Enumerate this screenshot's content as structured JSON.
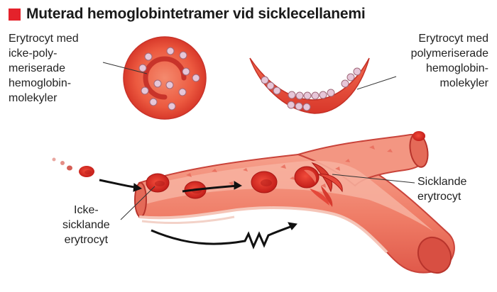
{
  "title": "Muterad hemoglobintetramer vid sicklecellanemi",
  "labels": {
    "normal_rbc": [
      "Erytrocyt med",
      "icke-poly-",
      "meriserade",
      "hemoglobin-",
      "molekyler"
    ],
    "sickle_rbc": [
      "Erytrocyt med",
      "polymeriserade",
      "hemoglobin-",
      "molekyler"
    ],
    "non_sickling": [
      "Icke-",
      "sicklande",
      "erytrocyt"
    ],
    "sickling": [
      "Sicklande",
      "erytrocyt"
    ]
  },
  "colors": {
    "accent": "#e4222b",
    "cell_red": "#e03a2c",
    "cell_light": "#f2705a",
    "vessel": "#f08a78",
    "hemoglobin": "#e6c6d8"
  }
}
